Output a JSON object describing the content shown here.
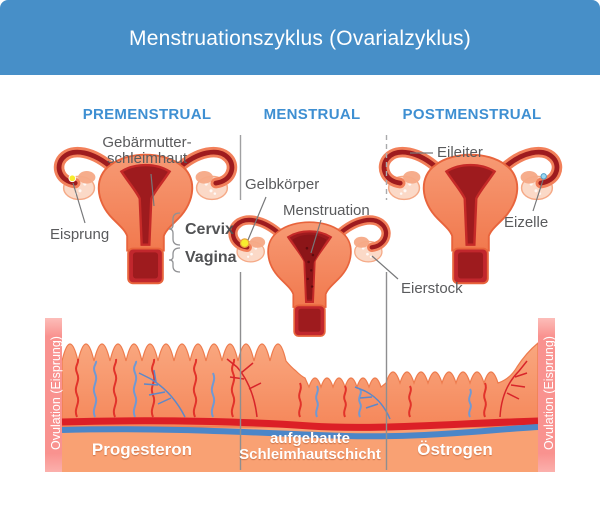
{
  "header": {
    "title": "Menstruationszyklus (Ovarialzyklus)"
  },
  "sections": {
    "premenstrual": {
      "title": "PREMENSTRUAL",
      "labels": {
        "lining_line1": "Gebärmutter-",
        "lining_line2": "schleimhaut",
        "ovulation": "Eisprung",
        "cervix": "Cervix",
        "vagina": "Vagina"
      }
    },
    "menstrual": {
      "title": "MENSTRUAL",
      "labels": {
        "corpus_luteum": "Gelbkörper",
        "menstruation": "Menstruation",
        "ovary": "Eierstock"
      }
    },
    "postmenstrual": {
      "title": "POSTMENSTRUAL",
      "labels": {
        "fallopian_tube": "Eileiter",
        "egg_cell": "Eizelle"
      }
    }
  },
  "cycle_chart": {
    "left_axis_label": "Ovulation (Eisprung)",
    "right_axis_label": "Ovulation (Eisprung)",
    "phases": {
      "progesterone": "Progesteron",
      "lining_line1": "aufgebaute",
      "lining_line2": "Schleimhautschicht",
      "estrogen": "Östrogen"
    }
  },
  "colors": {
    "header_bg": "#478FC8",
    "section_title": "#3E8FD2",
    "label_text": "#5A5B5D",
    "tissue_orange": "#F68E5F",
    "tissue_light": "#F9A173",
    "pink_bar": "#F9928F",
    "red_line": "#DC1F26",
    "blue_line": "#4C86C8",
    "uterus_salmon": "#F2805A",
    "uterus_dark_red": "#9E1B1E",
    "uterus_cavity_red": "#C1272D"
  }
}
